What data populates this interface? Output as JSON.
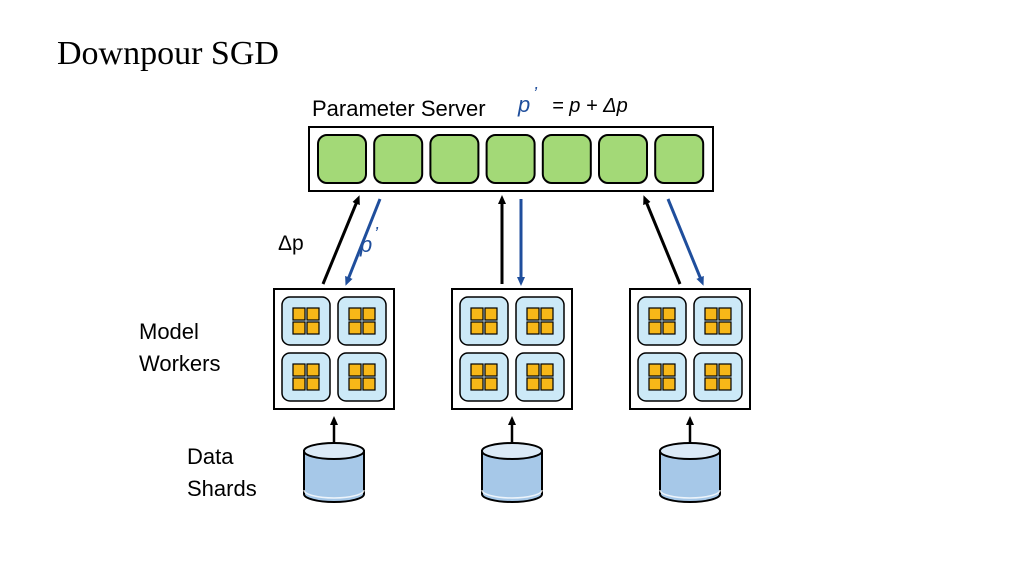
{
  "slide": {
    "title": "Downpour SGD"
  },
  "parameter_server": {
    "label": "Parameter Server",
    "update_rule": {
      "p_prime": "p",
      "prime_mark": "’",
      "rest": "= p + Δp"
    },
    "slot_count": 7
  },
  "arrows": {
    "delta_label": "Δp",
    "p_prime_label": "p",
    "prime_mark": "’"
  },
  "labels": {
    "model_workers_line1": "Model",
    "model_workers_line2": "Workers",
    "data_shards_line1": "Data",
    "data_shards_line2": "Shards"
  },
  "workers": [
    {
      "id": "worker-1",
      "cores": 4
    },
    {
      "id": "worker-2",
      "cores": 4
    },
    {
      "id": "worker-3",
      "cores": 4
    }
  ],
  "colors": {
    "slot_fill": "#a3d977",
    "core_fill": "#cce9f7",
    "chip_fill": "#f7b718",
    "shard_fill": "#a6c8e8",
    "shard_top": "#dbeaf7",
    "blue_text": "#1f4e9c",
    "blue_arrow": "#1f4e9c",
    "black": "#000000"
  }
}
